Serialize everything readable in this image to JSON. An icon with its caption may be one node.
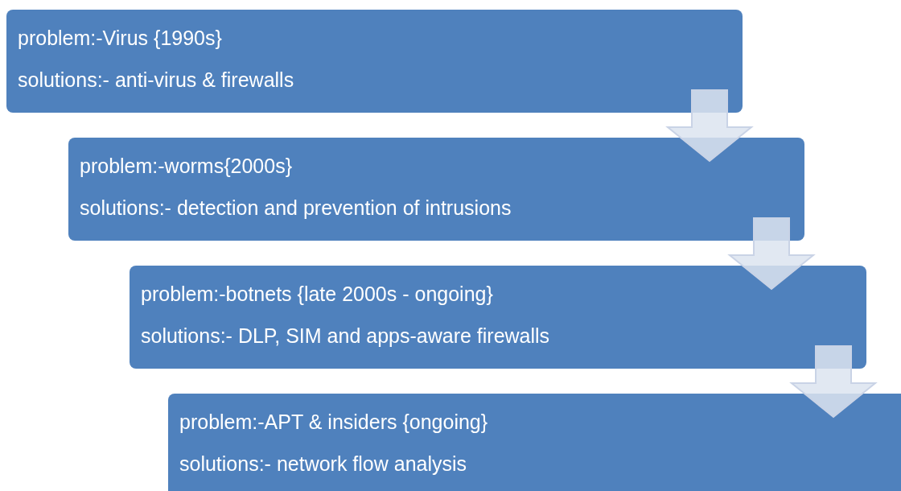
{
  "diagram": {
    "nodes": [
      {
        "text": [
          "problem:-Virus {1990s}",
          "solutions:- anti-virus & firewalls"
        ]
      },
      {
        "text": [
          "problem:-worms{2000s}",
          "solutions:- detection and prevention of intrusions"
        ]
      },
      {
        "text": [
          "problem:-botnets {late 2000s - ongoing}",
          "solutions:- DLP, SIM and apps-aware firewalls"
        ]
      },
      {
        "text": [
          "problem:-APT & insiders {ongoing}",
          "solutions:- network flow analysis"
        ]
      }
    ],
    "edges": [
      {
        "from": 0,
        "to": 1,
        "arrow": "to"
      },
      {
        "from": 1,
        "to": 2,
        "arrow": "to"
      },
      {
        "from": 2,
        "to": 3,
        "arrow": "to"
      }
    ]
  }
}
